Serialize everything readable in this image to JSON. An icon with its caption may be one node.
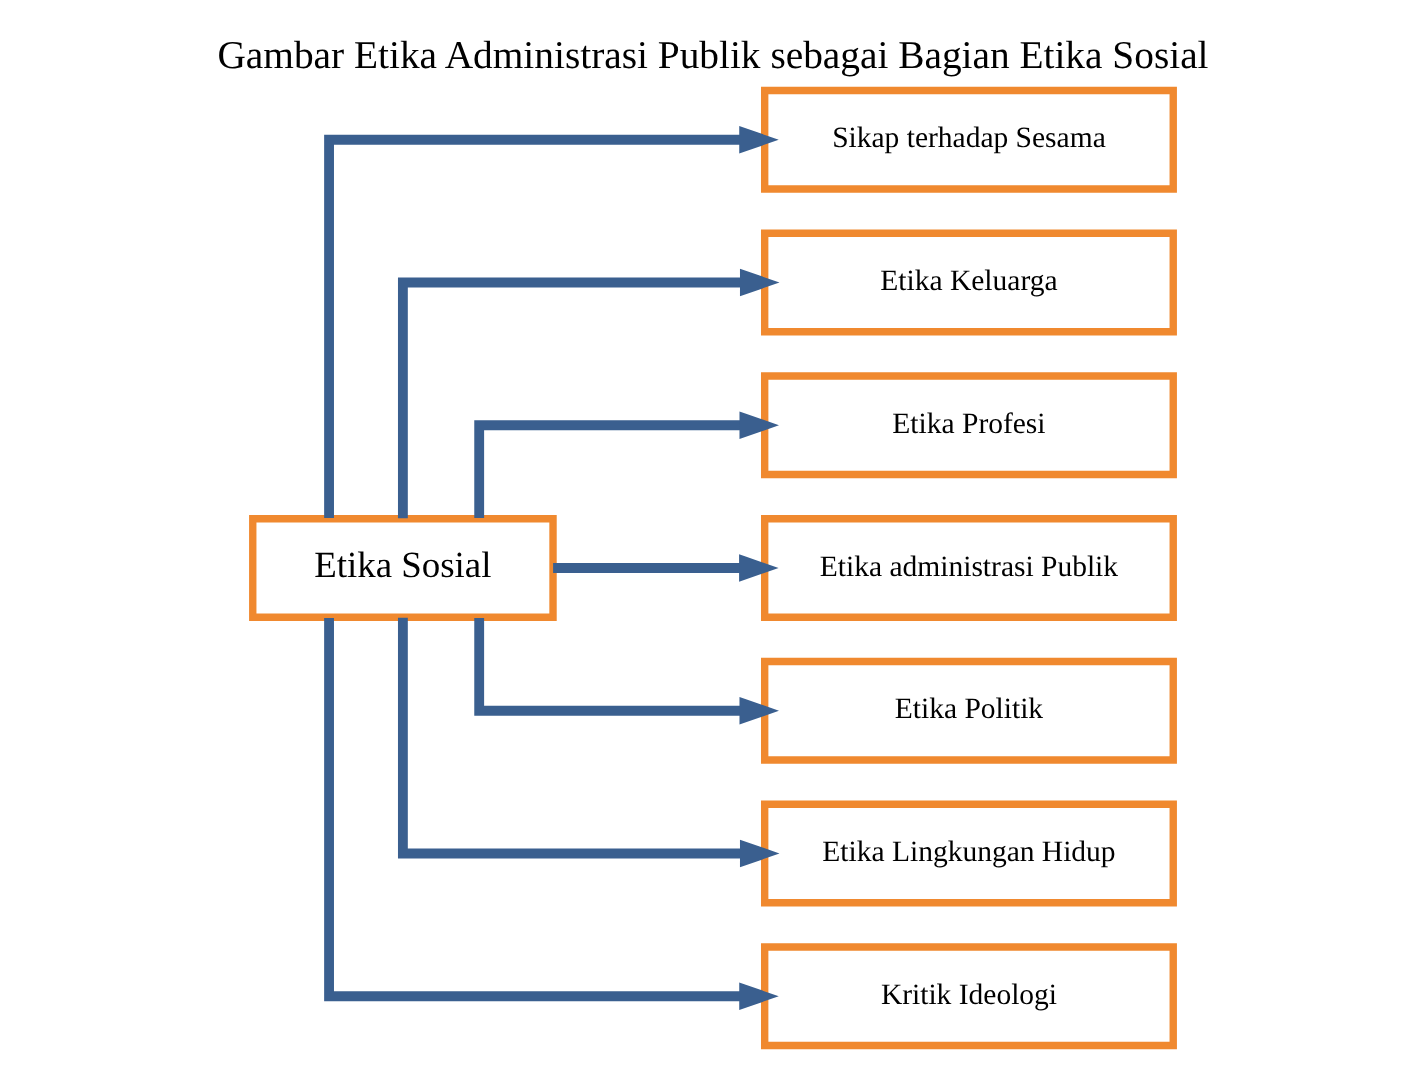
{
  "diagram": {
    "title": "Gambar Etika Administrasi Publik sebagai Bagian Etika Sosial",
    "nodes": [
      {
        "text": [
          "Etika Sosial"
        ]
      },
      {
        "text": [
          "Sikap terhadap Sesama"
        ]
      },
      {
        "text": [
          "Etika Keluarga"
        ]
      },
      {
        "text": [
          "Etika Profesi"
        ]
      },
      {
        "text": [
          "Etika administrasi Publik"
        ]
      },
      {
        "text": [
          "Etika Politik"
        ]
      },
      {
        "text": [
          "Etika Lingkungan Hidup"
        ]
      },
      {
        "text": [
          "Kritik Ideologi"
        ]
      }
    ],
    "edges": [
      {
        "from": 0,
        "to": 1,
        "arrow": "to"
      },
      {
        "from": 0,
        "to": 2,
        "arrow": "to"
      },
      {
        "from": 0,
        "to": 3,
        "arrow": "to"
      },
      {
        "from": 0,
        "to": 4,
        "arrow": "to"
      },
      {
        "from": 0,
        "to": 5,
        "arrow": "to"
      },
      {
        "from": 0,
        "to": 6,
        "arrow": "to"
      },
      {
        "from": 0,
        "to": 7,
        "arrow": "to"
      }
    ]
  }
}
